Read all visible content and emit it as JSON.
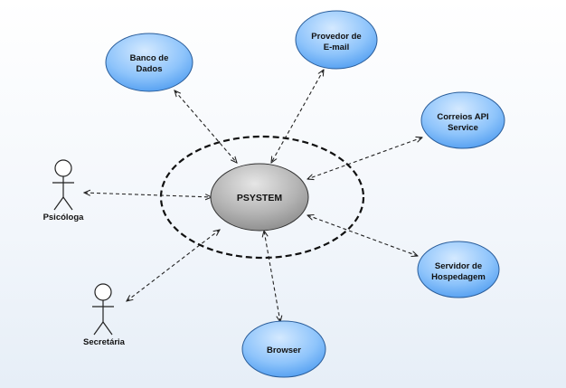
{
  "system": {
    "label": "PSYSTEM"
  },
  "nodes": {
    "banco": {
      "line1": "Banco de",
      "line2": "Dados"
    },
    "email": {
      "line1": "Provedor de",
      "line2": "E-mail"
    },
    "correios": {
      "line1": "Correios API",
      "line2": "Service"
    },
    "servidor": {
      "line1": "Servidor de",
      "line2": "Hospedagem"
    },
    "browser": {
      "label": "Browser"
    }
  },
  "actors": {
    "psicologa": {
      "label": "Psicóloga"
    },
    "secretaria": {
      "label": "Secretária"
    }
  },
  "colors": {
    "node_fill_top": "#cfe6ff",
    "node_fill_bottom": "#5fa8f5",
    "node_stroke": "#2a5d9a",
    "system_fill_top": "#e2e2e2",
    "system_fill_bottom": "#8e8e8e",
    "boundary": "#111111",
    "connector": "#222222"
  }
}
